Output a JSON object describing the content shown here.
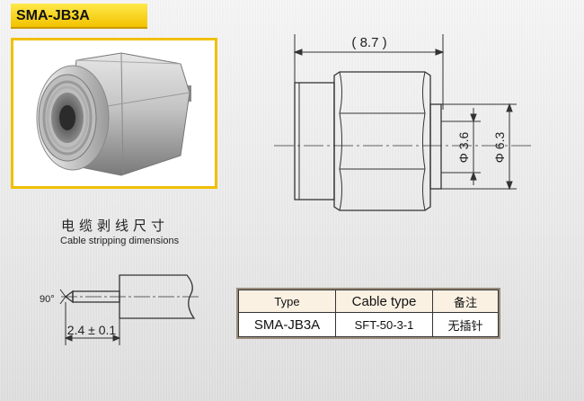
{
  "header": {
    "part_number": "SMA-JB3A"
  },
  "dimensions": {
    "length": "( 8.7 )",
    "inner_diameter": "Φ 3.6",
    "outer_diameter": "Φ 6.3"
  },
  "stripping": {
    "title_cn": "电缆剥线尺寸",
    "title_en": "Cable stripping dimensions",
    "angle": "90°",
    "length": "2.4 ± 0.1"
  },
  "table": {
    "headers": [
      "Type",
      "Cable type",
      "备注"
    ],
    "row": [
      "SMA-JB3A",
      "SFT-50-3-1",
      "无插针"
    ]
  },
  "colors": {
    "accent": "#f0c000",
    "line": "#444444"
  }
}
